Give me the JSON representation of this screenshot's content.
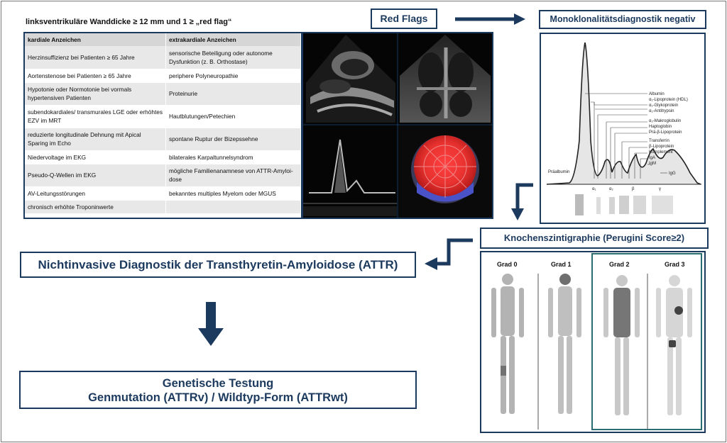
{
  "heading": "linksventrikuläre Wanddicke ≥ 12 mm und 1 ≥ „red flag“",
  "table": {
    "headers": [
      "kardiale Anzeichen",
      "extrakardiale Anzeichen"
    ],
    "rows": [
      [
        "Herzinsuffizienz bei Patienten ≥ 65 Jahre",
        "sensorische Beteiligung oder autonome Dysfunktion (z. B. Orthostase)"
      ],
      [
        "Aortenstenose bei Patienten ≥ 65 Jahre",
        "periphere Polyneuropathie"
      ],
      [
        "Hypotonie oder Normotonie bei vormals hypertensiven Patienten",
        "Proteinurie"
      ],
      [
        "subendokardiales/ transmurales LGE oder erhöhtes EZV im MRT",
        "Hautblutungen/Petechien"
      ],
      [
        "reduzierte longitudinale Dehnung mit Apical Sparing im Echo",
        "spontane Ruptur der Bizepssehne"
      ],
      [
        "Niedervoltage im EKG",
        "bilaterales Karpaltunnelsyndrom"
      ],
      [
        "Pseudo-Q-Wellen im EKG",
        "mögliche Familienanamnese von ATTR-Amyloi-dose"
      ],
      [
        "AV-Leitungsstörungen",
        "bekanntes multiples Myelom oder MGUS"
      ],
      [
        "chronisch erhöhte Troponinwerte",
        ""
      ]
    ]
  },
  "red_flags": "Red Flags",
  "mono": "Monoklonalitätsdiagnostik negativ",
  "electrophoresis": {
    "labels": [
      "Albumin",
      "α₁-Lipoprotein (HDL)",
      "α₁-Glykoprotein",
      "α₁-Antitrypsin",
      "α₂-Makroglobulin",
      "Haptoglobin",
      "Prä-β-Lipoprotein",
      "Transferrin",
      "β-Lipoprotein",
      "Komplement",
      "IgA",
      "IgM",
      "IgG"
    ],
    "left_label": "Präalbumin",
    "axis_labels": [
      "α₁",
      "α₂",
      "β",
      "γ"
    ]
  },
  "knochen": "Knochenszintigraphie (Perugini Score≥2)",
  "grades": [
    "Grad 0",
    "Grad 1",
    "Grad 2",
    "Grad 3"
  ],
  "nichtinvasiv": "Nichtinvasive Diagnostik der Transthyretin-Amyloidose (ATTR)",
  "genetic": {
    "line1": "Genetische Testung",
    "line2": "Genmutation (ATTRv) / Wildtyp-Form (ATTRwt)"
  },
  "colors": {
    "navy": "#1c3a5e"
  }
}
